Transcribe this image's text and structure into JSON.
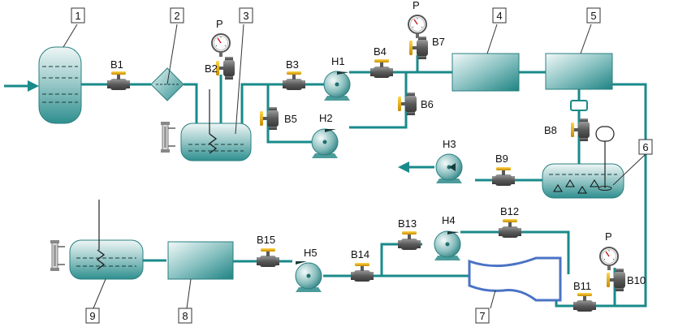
{
  "colors": {
    "pipe": "#1a8a8a",
    "pipe_dark": "#0f6f72",
    "vessel_light": "#e6f2f2",
    "vessel_dark": "#3f9c9c",
    "valve_body": "#6b6b6b",
    "valve_handle": "#e0a800",
    "ejector": "#4a73c4",
    "leader": "#333333"
  },
  "numbers": {
    "n1": "1",
    "n2": "2",
    "n3": "3",
    "n4": "4",
    "n5": "5",
    "n6": "6",
    "n7": "7",
    "n8": "8",
    "n9": "9"
  },
  "valves": {
    "b1": "В1",
    "b2": "В2",
    "b3": "В3",
    "b4": "В4",
    "b5": "В5",
    "b6": "В6",
    "b7": "В7",
    "b8": "В8",
    "b9": "В9",
    "b10": "В10",
    "b11": "В11",
    "b12": "В12",
    "b13": "В13",
    "b14": "В14",
    "b15": "В15"
  },
  "pumps": {
    "h1": "Н1",
    "h2": "Н2",
    "h3": "Н3",
    "h4": "Н4",
    "h5": "Н5"
  },
  "gauge_label": "Р"
}
